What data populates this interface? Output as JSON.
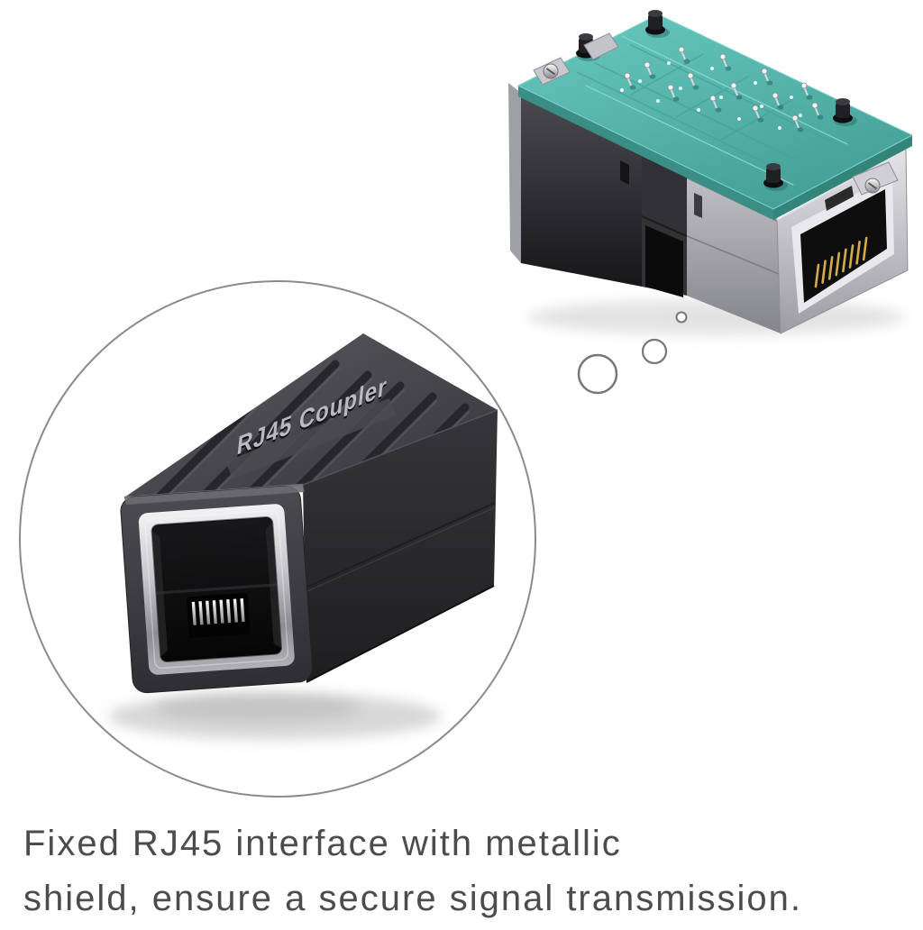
{
  "product_photo": {
    "coupler_label": "RJ45 Coupler",
    "caption_line1": "Fixed RJ45 interface with metallic",
    "caption_line2": "shield, ensure a secure signal transmission."
  },
  "colors": {
    "coupler_body": "#3f3f44",
    "metal_shield": "#c4c4c9",
    "pcb_teal": "#57b9af",
    "gold_pins": "#d4aa4f",
    "caption_text": "#4c4c4c",
    "circle_outline": "#8b8b8b"
  }
}
